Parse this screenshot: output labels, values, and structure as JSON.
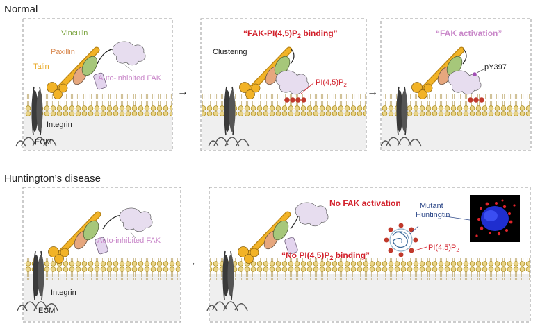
{
  "sections": {
    "normal_title": "Normal",
    "hd_title": "Huntington’s disease"
  },
  "labels": {
    "vinculin": "Vinculin",
    "paxillin": "Paxillin",
    "talin": "Talin",
    "auto_inhibited_fak": "Auto-inhibited FAK",
    "integrin": "Integrin",
    "ecm": "ECM",
    "clustering": "Clustering",
    "pip2": "PI(4,5)P",
    "pip2_sub": "2",
    "py397": "pY397",
    "mutant": "Mutant",
    "huntingtin": "Huntingtin"
  },
  "titles": {
    "fak_pip2_binding_a": "“FAK-PI(4,5)P",
    "fak_pip2_binding_sub": "2",
    "fak_pip2_binding_b": " binding”",
    "fak_activation": "“FAK activation”",
    "no_fak_activation": "No FAK activation",
    "no_pip2_binding_a": "“No PI(4,5)P",
    "no_pip2_binding_sub": "2",
    "no_pip2_binding_b": " binding”"
  },
  "arrows": {
    "glyph": "→"
  },
  "colors": {
    "membrane": "#c8aa2e",
    "talin": "#f2b327",
    "vinculin": "#a6c77a",
    "paxillin": "#e6a77e",
    "fak": "#e7ddef",
    "integrin": "#333333",
    "pip2": "#c0392b",
    "accent_red": "#d21f2a",
    "accent_pink": "#c987c9",
    "huntingtin_blue": "#2f4a8a"
  }
}
